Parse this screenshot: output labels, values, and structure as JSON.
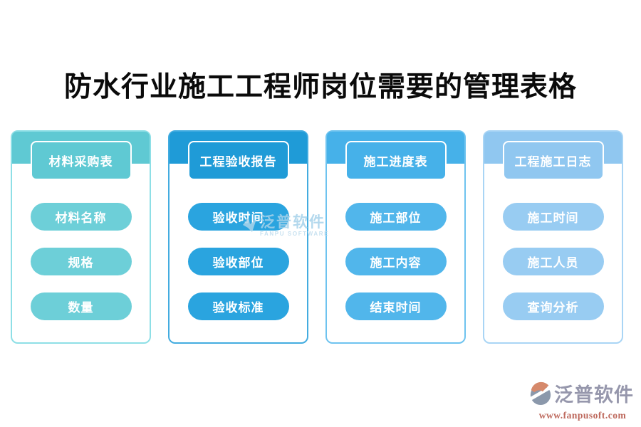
{
  "title": "防水行业施工工程师岗位需要的管理表格",
  "cards": [
    {
      "id": "material-procurement",
      "header": "材料采购表",
      "items": [
        "材料名称",
        "规格",
        "数量"
      ],
      "colors": {
        "band": "#5fc9d3",
        "pill": "#6dcfd8",
        "border": "#8edfe6"
      }
    },
    {
      "id": "acceptance-report",
      "header": "工程验收报告",
      "items": [
        "验收时间",
        "验收部位",
        "验收标准"
      ],
      "colors": {
        "band": "#1f9bd7",
        "pill": "#2aa4df",
        "border": "#43ace0"
      }
    },
    {
      "id": "progress-schedule",
      "header": "施工进度表",
      "items": [
        "施工部位",
        "施工内容",
        "结束时间"
      ],
      "colors": {
        "band": "#46b1e9",
        "pill": "#51b6eb",
        "border": "#6ec3ef"
      }
    },
    {
      "id": "construction-log",
      "header": "工程施工日志",
      "items": [
        "施工时间",
        "施工人员",
        "查询分析"
      ],
      "colors": {
        "band": "#90c7f0",
        "pill": "#98ccf2",
        "border": "#a9d5f5"
      }
    }
  ],
  "watermark": {
    "icon": "fanpu-swoosh-icon",
    "name": "泛普软件",
    "subtitle": "FANPU SOFTWARE",
    "color": "#a6d2ea"
  },
  "logo": {
    "icon": "fanpu-logo-mark-icon",
    "name": "泛普软件",
    "url": "www.fanpusoft.com",
    "name_color": "#9697ac",
    "url_color": "#bd685c",
    "icon_swoosh_color": "#d6896b",
    "icon_body_color": "#8b98ab"
  }
}
